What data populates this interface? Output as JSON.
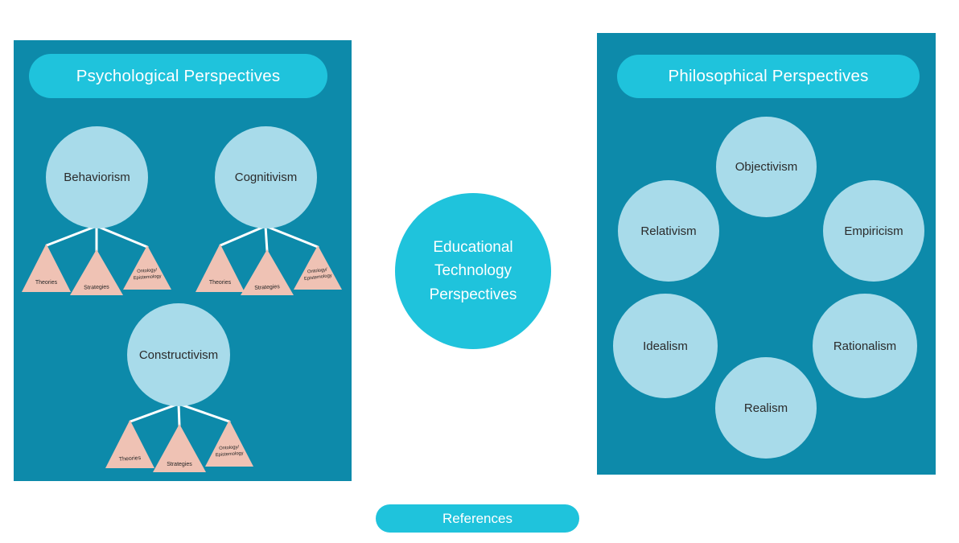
{
  "colors": {
    "panel_background": "#0D8AAA",
    "accent_cyan": "#1FC3DC",
    "node_light_blue": "#A8DBEA",
    "triangle_pink": "#EFC2B4",
    "dark_text": "#2B2B2B",
    "light_text": "#FFFFFF"
  },
  "left_panel": {
    "title": "Psychological Perspectives",
    "groups": [
      {
        "label": "Behaviorism",
        "children": [
          "Theories",
          "Strategies",
          "Ontology/ Epistemology"
        ]
      },
      {
        "label": "Cognitivism",
        "children": [
          "Theories",
          "Strategies",
          "Ontology/ Epistemology"
        ]
      },
      {
        "label": "Constructivism",
        "children": [
          "Theories",
          "Strategies",
          "Ontology/ Epistemology"
        ]
      }
    ]
  },
  "center_node": {
    "lines": [
      "Educational",
      "Technology",
      "Perspectives"
    ]
  },
  "right_panel": {
    "title": "Philosophical Perspectives",
    "items": [
      "Objectivism",
      "Relativism",
      "Empiricism",
      "Idealism",
      "Rationalism",
      "Realism"
    ]
  },
  "footer": {
    "references_label": "References"
  }
}
